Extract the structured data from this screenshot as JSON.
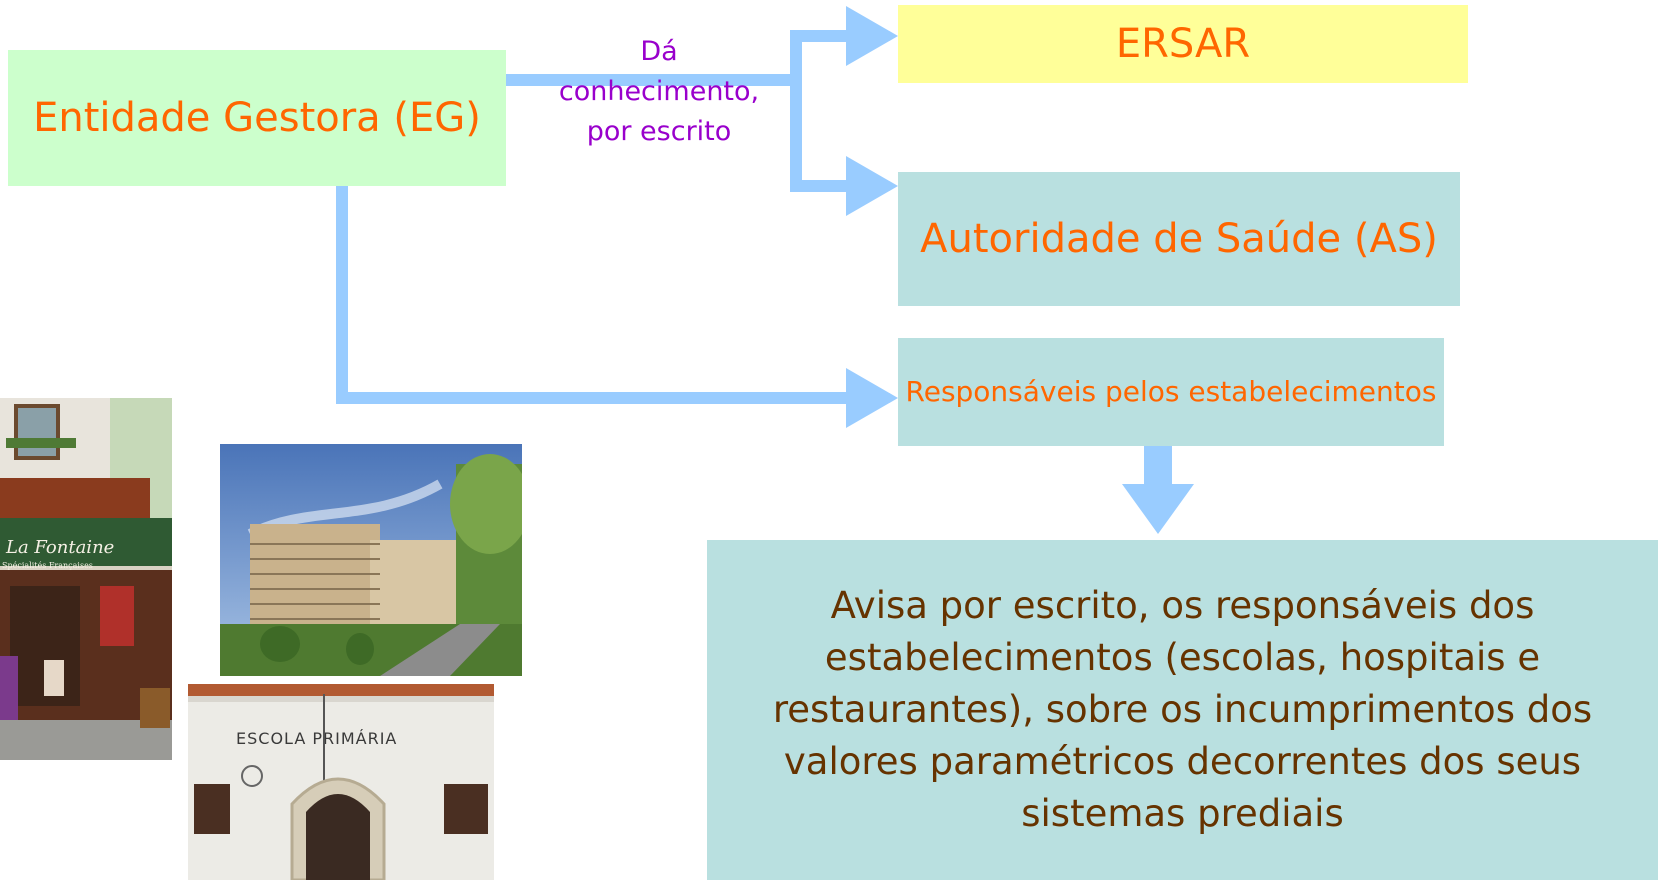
{
  "boxes": {
    "eg": "Entidade Gestora (EG)",
    "ersar": "ERSAR",
    "as": "Autoridade de Saúde (AS)",
    "resp": "Responsáveis pelos estabelecimentos",
    "aviso": "Avisa por escrito, os responsáveis dos estabelecimentos (escolas, hospitais e restaurantes), sobre os incumprimentos dos valores paramétricos decorrentes dos seus sistemas prediais"
  },
  "edge_label": "Dá conhecimento, por escrito",
  "photos": {
    "restaurant_sign": "La Fontaine",
    "restaurant_sub": "Spécialités Françaises",
    "school_sign": "ESCOLA PRIMÁRIA"
  },
  "colors": {
    "arrow": "#99ccff",
    "entity_fill": "#ccffcc",
    "ersar_fill": "#ffff99",
    "teal_fill": "#b9e0e0",
    "title_text": "#ff6600",
    "label_text": "#9900cc",
    "body_text": "#663300"
  }
}
